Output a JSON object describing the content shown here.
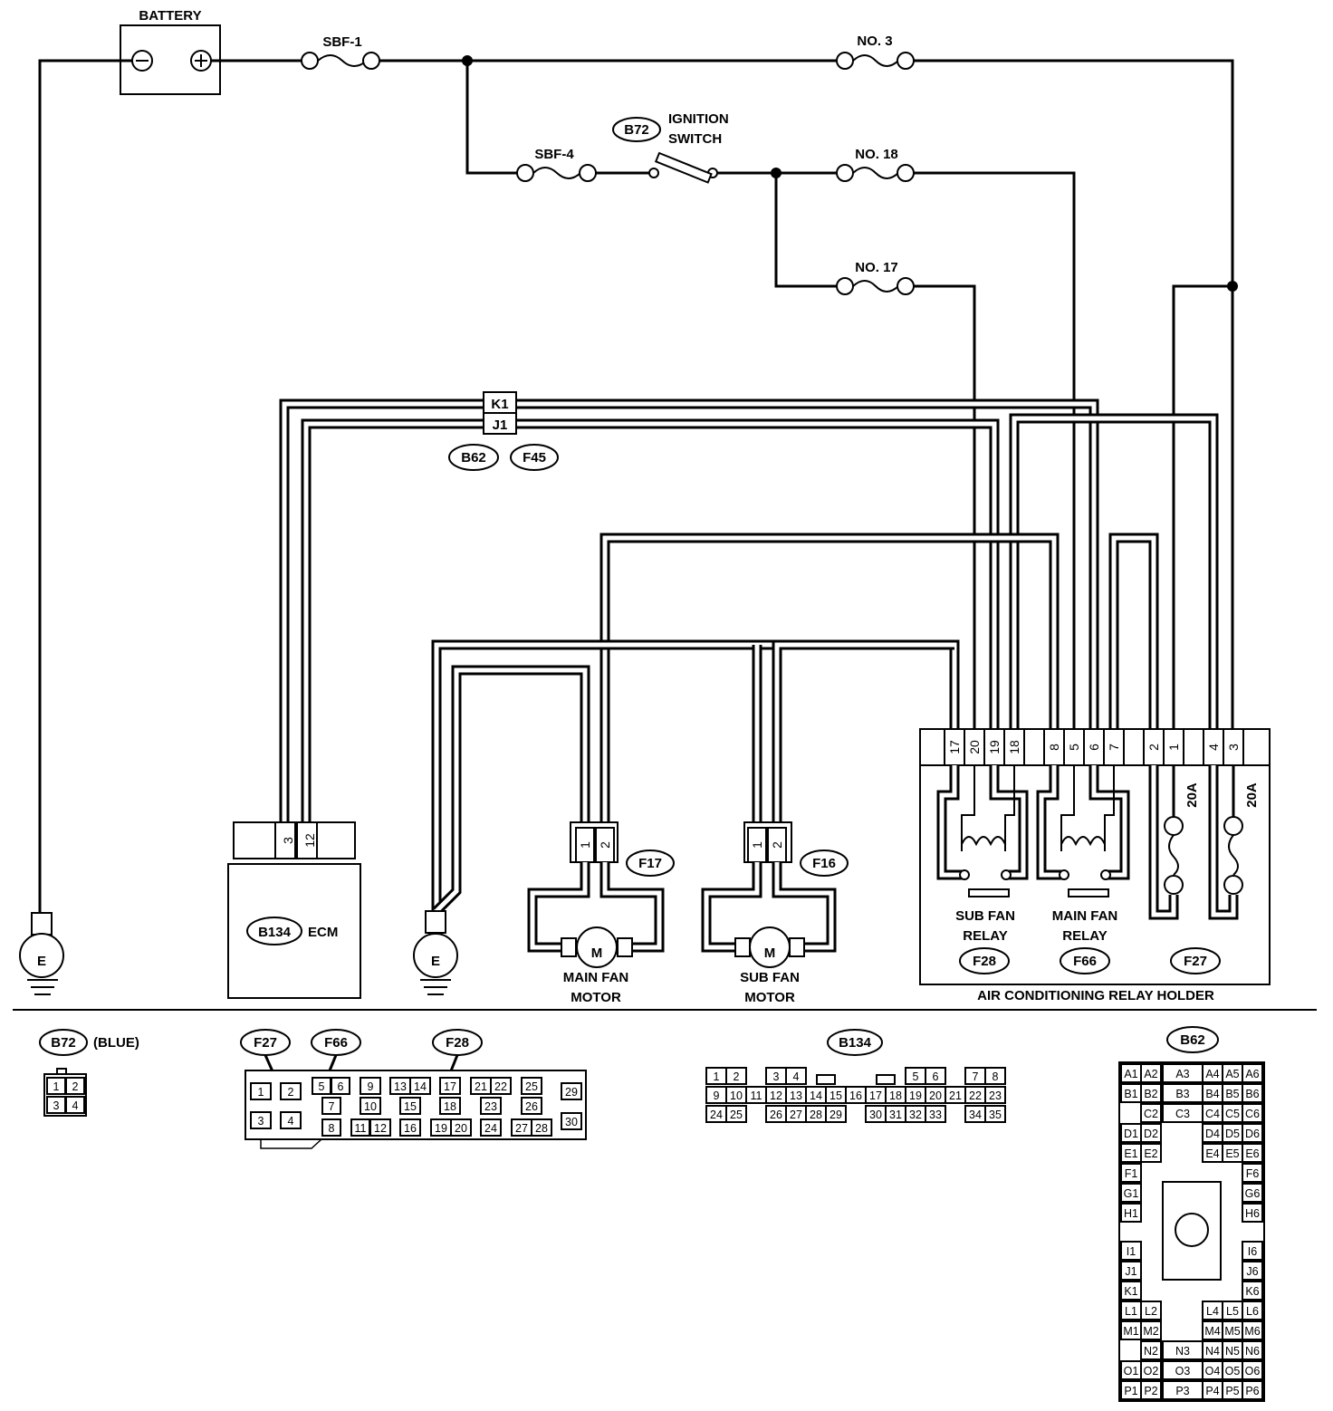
{
  "labels": {
    "battery": "BATTERY",
    "sbf1": "SBF-1",
    "sbf4": "SBF-4",
    "no3": "NO. 3",
    "no18": "NO. 18",
    "no17": "NO. 17",
    "ignition_1": "IGNITION",
    "ignition_2": "SWITCH",
    "b72": "B72",
    "b62": "B62",
    "f45": "F45",
    "k1": "K1",
    "j1": "J1",
    "ecm": "ECM",
    "b134": "B134",
    "ground": "E",
    "motor": "M",
    "f17": "F17",
    "f16": "F16",
    "main_fan_motor_1": "MAIN FAN",
    "main_fan_motor_2": "MOTOR",
    "sub_fan_motor_1": "SUB FAN",
    "sub_fan_motor_2": "MOTOR",
    "sub_fan_relay_1": "SUB FAN",
    "sub_fan_relay_2": "RELAY",
    "main_fan_relay_1": "MAIN FAN",
    "main_fan_relay_2": "RELAY",
    "f28": "F28",
    "f66": "F66",
    "f27": "F27",
    "fuse_20a": "20A",
    "relay_holder": "AIR CONDITIONING RELAY HOLDER",
    "blue": "(BLUE)"
  },
  "relay_holder_pins": [
    "17",
    "20",
    "19",
    "18",
    "8",
    "5",
    "6",
    "7",
    "2",
    "1",
    "4",
    "3"
  ],
  "ecm_pins": [
    "3",
    "12"
  ],
  "motor_pins": [
    "1",
    "2"
  ],
  "connector_b72_pins": [
    "1",
    "2",
    "3",
    "4"
  ],
  "connector_f_pins": [
    "1",
    "2",
    "3",
    "4",
    "5",
    "6",
    "7",
    "8",
    "9",
    "10",
    "11",
    "12",
    "13",
    "14",
    "15",
    "16",
    "17",
    "18",
    "19",
    "20",
    "21",
    "22",
    "23",
    "24",
    "25",
    "26",
    "27",
    "28",
    "29",
    "30"
  ],
  "connector_b134_pins": [
    "1",
    "2",
    "3",
    "4",
    "5",
    "6",
    "7",
    "8",
    "9",
    "10",
    "11",
    "12",
    "13",
    "14",
    "15",
    "16",
    "17",
    "18",
    "19",
    "20",
    "21",
    "22",
    "23",
    "24",
    "25",
    "26",
    "27",
    "28",
    "29",
    "30",
    "31",
    "32",
    "33",
    "34",
    "35"
  ],
  "connector_b62_pins": [
    "A1",
    "A2",
    "A3",
    "A4",
    "A5",
    "A6",
    "B1",
    "B2",
    "B3",
    "B4",
    "B5",
    "B6",
    "C2",
    "C3",
    "C4",
    "C5",
    "C6",
    "D1",
    "D2",
    "D4",
    "D5",
    "D6",
    "E1",
    "E2",
    "E4",
    "E5",
    "E6",
    "F1",
    "F6",
    "G1",
    "G6",
    "H1",
    "H6",
    "I1",
    "I6",
    "J1",
    "J6",
    "K1",
    "K6",
    "L1",
    "L2",
    "L4",
    "L5",
    "L6",
    "M1",
    "M2",
    "N3",
    "M4",
    "M5",
    "M6",
    "N2",
    "O3",
    "N4",
    "N5",
    "N6",
    "O1",
    "O2",
    "O4",
    "O5",
    "O6",
    "P1",
    "P2",
    "P3",
    "P4",
    "P5",
    "P6"
  ]
}
